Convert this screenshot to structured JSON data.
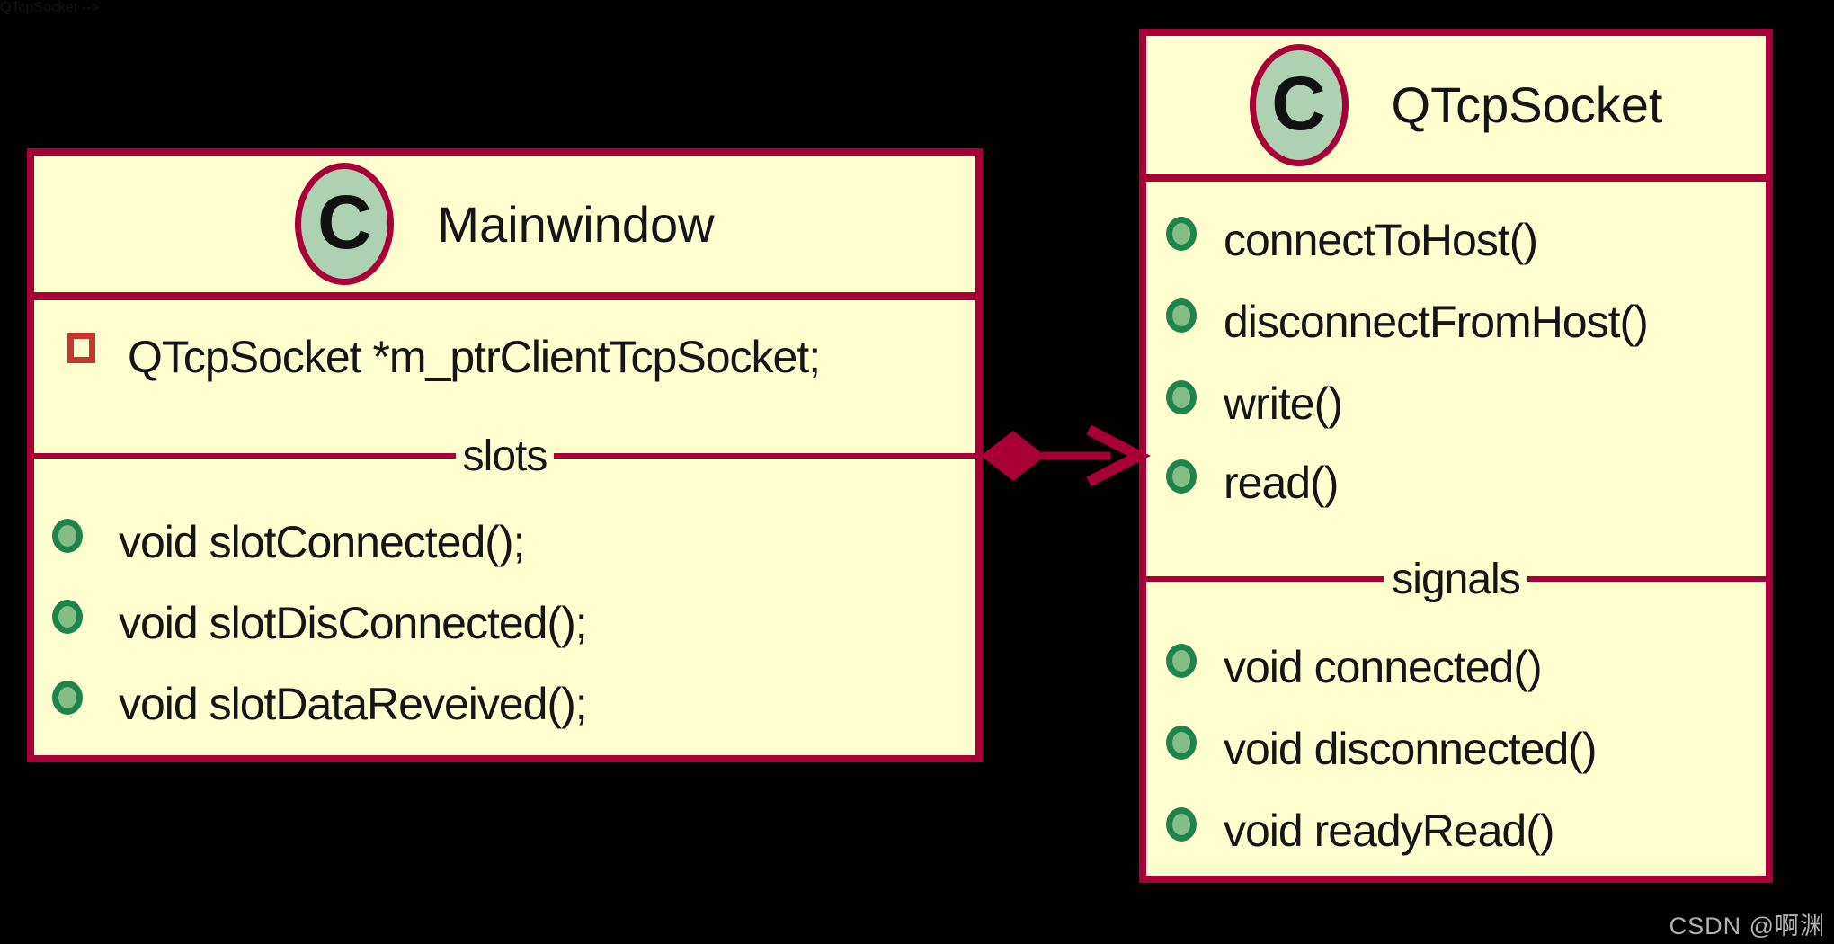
{
  "colors": {
    "background": "#000000",
    "box_fill": "#FEFECE",
    "box_border": "#A80036",
    "connector": "#A80036",
    "spot_circle_fill": "#ADD1B2",
    "method_dot_fill": "#84BE84",
    "method_dot_border": "#1E8449",
    "field_square_border": "#C5372F",
    "text": "#151515",
    "watermark_text": "#B0B0B0"
  },
  "icons": {
    "class_spot": "class-spot-circle-icon",
    "field": "private-field-square-icon",
    "method": "public-method-circle-icon",
    "connector": "composition-diamond-arrow-icon"
  },
  "diagram": {
    "classes": [
      {
        "spot": "C",
        "name": "Mainwindow",
        "fields": [
          "QTcpSocket *m_ptrClientTcpSocket;"
        ],
        "divider_label": "slots",
        "slots": [
          "void slotConnected();",
          "void slotDisConnected();",
          "void slotDataReveived();"
        ]
      },
      {
        "spot": "C",
        "name": "QTcpSocket",
        "methods": [
          "connectToHost()",
          "disconnectFromHost()",
          "write()",
          "read()"
        ],
        "divider_label": "signals",
        "signals": [
          "void connected()",
          "void disconnected()",
          "void readyRead()"
        ]
      }
    ],
    "connector": {
      "kind": "composition",
      "from": "Mainwindow",
      "to": "QTcpSocket"
    }
  },
  "watermark": "CSDN @啊渊"
}
